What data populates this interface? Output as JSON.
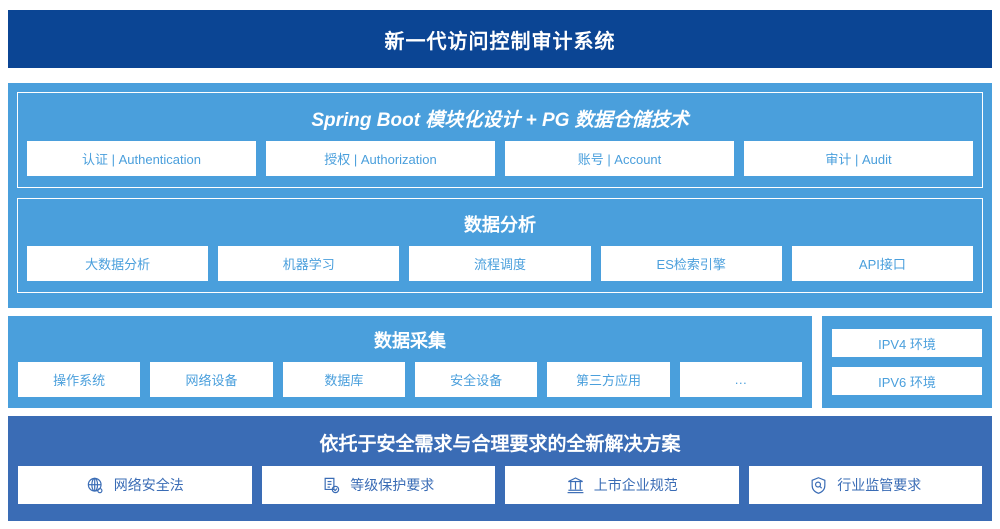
{
  "header": {
    "title": "新一代访问控制审计系统",
    "bg_color": "#0b4594"
  },
  "colors": {
    "light_blue": "#4a9fdc",
    "medium_blue": "#3a6cb5",
    "navy": "#0b4594",
    "white": "#ffffff"
  },
  "platform": {
    "framework": {
      "heading": "Spring Boot 模块化设计 + PG 数据仓储技术",
      "chips": [
        "认证 | Authentication",
        "授权 | Authorization",
        "账号 | Account",
        "审计 | Audit"
      ]
    },
    "analytics": {
      "heading": "数据分析",
      "chips": [
        "大数据分析",
        "机器学习",
        "流程调度",
        "ES检索引擎",
        "API接口"
      ]
    }
  },
  "collection": {
    "heading": "数据采集",
    "chips": [
      "操作系统",
      "网络设备",
      "数据库",
      "安全设备",
      "第三方应用",
      "…"
    ],
    "environments": [
      "IPV4 环境",
      "IPV6 环境"
    ]
  },
  "compliance": {
    "heading": "依托于安全需求与合理要求的全新解决方案",
    "chips": [
      {
        "label": "网络安全法",
        "icon": "globe-icon"
      },
      {
        "label": "等级保护要求",
        "icon": "document-check-icon"
      },
      {
        "label": "上市企业规范",
        "icon": "bank-icon"
      },
      {
        "label": "行业监管要求",
        "icon": "shield-search-icon"
      }
    ]
  }
}
